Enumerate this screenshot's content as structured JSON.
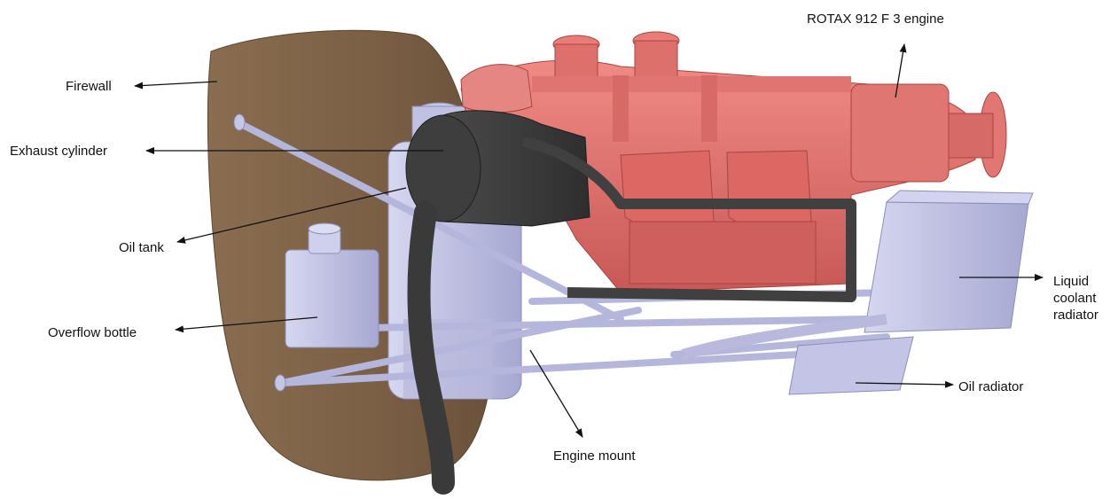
{
  "diagram": {
    "labels": {
      "engine": "ROTAX 912 F 3 engine",
      "firewall": "Firewall",
      "exhaust_cylinder": "Exhaust cylinder",
      "oil_tank": "Oil tank",
      "overflow_bottle": "Overflow bottle",
      "liquid_coolant_radiator": [
        "Liquid",
        "coolant",
        "radiator"
      ],
      "oil_radiator": "Oil radiator",
      "engine_mount": "Engine mount"
    },
    "colors": {
      "firewall": "#7a5f45",
      "engine": "#e0706c",
      "engine_shadow": "#b84c4a",
      "exhaust": "#3d3d3d",
      "tank": "#c2c3e4",
      "tank_shadow": "#9c9dc7",
      "tubing": "#b4b6dc",
      "arrow": "#111111"
    }
  }
}
